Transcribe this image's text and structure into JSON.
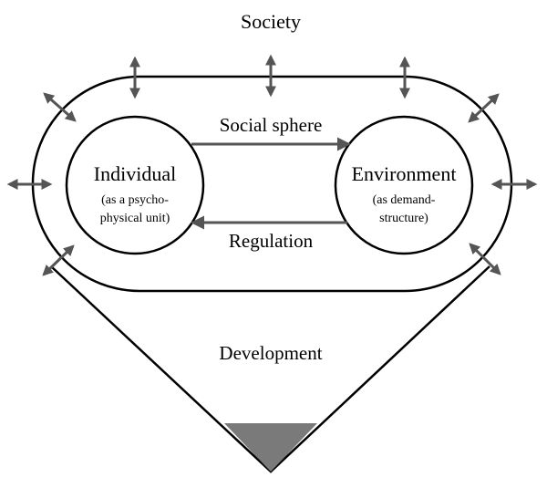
{
  "labels": {
    "society": "Society",
    "social_sphere": "Social sphere",
    "regulation": "Regulation",
    "development": "Development"
  },
  "individual": {
    "title": "Individual",
    "subtitle_line1": "(as a psycho-",
    "subtitle_line2": "physical unit)"
  },
  "environment": {
    "title": "Environment",
    "subtitle_line1": "(as demand-",
    "subtitle_line2": "structure)"
  },
  "colors": {
    "line": "#000000",
    "arrows": "#555555",
    "shaded_tip": "#7a7a7a"
  }
}
